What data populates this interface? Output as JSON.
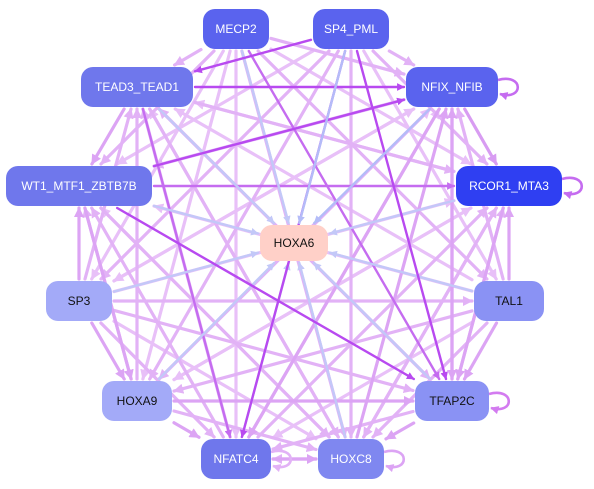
{
  "nodes": [
    {
      "id": "MECP2",
      "label": "MECP2",
      "color": "#5a63ee"
    },
    {
      "id": "SP4_PML",
      "label": "SP4_PML",
      "color": "#5a63ee"
    },
    {
      "id": "TEAD3_TEAD1",
      "label": "TEAD3_TEAD1",
      "color": "#6f77ec"
    },
    {
      "id": "NFIX_NFIB",
      "label": "NFIX_NFIB",
      "color": "#5a63ee"
    },
    {
      "id": "WT1_MTF1_ZBTB7B",
      "label": "WT1_MTF1_ZBTB7B",
      "color": "#6f77ec"
    },
    {
      "id": "RCOR1_MTA3",
      "label": "RCOR1_MTA3",
      "color": "#2f3ff2"
    },
    {
      "id": "HOXA6",
      "label": "HOXA6",
      "color": "#ffd0c8"
    },
    {
      "id": "SP3",
      "label": "SP3",
      "color": "#a3aaf8"
    },
    {
      "id": "TAL1",
      "label": "TAL1",
      "color": "#8a92f4"
    },
    {
      "id": "HOXA9",
      "label": "HOXA9",
      "color": "#a3aaf8"
    },
    {
      "id": "TFAP2C",
      "label": "TFAP2C",
      "color": "#8a92f4"
    },
    {
      "id": "NFATC4",
      "label": "NFATC4",
      "color": "#6f77ec"
    },
    {
      "id": "HOXC8",
      "label": "HOXC8",
      "color": "#7f87f0"
    }
  ],
  "edges": [
    {
      "from": "MECP2",
      "to": "HOXA6",
      "color": "#c3c8f8"
    },
    {
      "from": "SP4_PML",
      "to": "HOXA6",
      "color": "#b4bcf8"
    },
    {
      "from": "TEAD3_TEAD1",
      "to": "HOXA6",
      "color": "#c3c8f8"
    },
    {
      "from": "NFIX_NFIB",
      "to": "HOXA6",
      "color": "#b4bcf8"
    },
    {
      "from": "WT1_MTF1_ZBTB7B",
      "to": "HOXA6",
      "color": "#c3c8f8"
    },
    {
      "from": "RCOR1_MTA3",
      "to": "HOXA6",
      "color": "#c3c8f8"
    },
    {
      "from": "SP3",
      "to": "HOXA6",
      "color": "#c3c8f8"
    },
    {
      "from": "TAL1",
      "to": "HOXA6",
      "color": "#c3c8f8"
    },
    {
      "from": "HOXA9",
      "to": "HOXA6",
      "color": "#c3c8f8"
    },
    {
      "from": "TFAP2C",
      "to": "HOXA6",
      "color": "#c3c8f8"
    },
    {
      "from": "NFATC4",
      "to": "HOXA6",
      "color": "#c3c8f8"
    },
    {
      "from": "HOXC8",
      "to": "HOXA6",
      "color": "#c3c8f8"
    },
    {
      "from": "SP4_PML",
      "to": "TEAD3_TEAD1",
      "color": "#b84af0"
    },
    {
      "from": "TEAD3_TEAD1",
      "to": "NFIX_NFIB",
      "color": "#b84af0"
    },
    {
      "from": "WT1_MTF1_ZBTB7B",
      "to": "NFIX_NFIB",
      "color": "#b84af0"
    },
    {
      "from": "WT1_MTF1_ZBTB7B",
      "to": "RCOR1_MTA3",
      "color": "#c56cf0"
    },
    {
      "from": "SP4_PML",
      "to": "NFATC4",
      "color": "#b84af0"
    },
    {
      "from": "SP4_PML",
      "to": "TFAP2C",
      "color": "#b84af0"
    },
    {
      "from": "WT1_MTF1_ZBTB7B",
      "to": "TFAP2C",
      "color": "#b84af0"
    },
    {
      "from": "TEAD3_TEAD1",
      "to": "NFATC4",
      "color": "#c56cf0"
    },
    {
      "from": "MECP2",
      "to": "TFAP2C",
      "color": "#c56cf0"
    },
    {
      "from": "MECP2",
      "to": "TEAD3_TEAD1",
      "color": "#e2b2f6"
    },
    {
      "from": "MECP2",
      "to": "NFIX_NFIB",
      "color": "#e2b2f6"
    },
    {
      "from": "SP4_PML",
      "to": "NFIX_NFIB",
      "color": "#e2b2f6"
    },
    {
      "from": "MECP2",
      "to": "WT1_MTF1_ZBTB7B",
      "color": "#e2b2f6"
    },
    {
      "from": "SP4_PML",
      "to": "WT1_MTF1_ZBTB7B",
      "color": "#e8c0f8"
    },
    {
      "from": "MECP2",
      "to": "RCOR1_MTA3",
      "color": "#e8c0f8"
    },
    {
      "from": "SP4_PML",
      "to": "RCOR1_MTA3",
      "color": "#e2b2f6"
    },
    {
      "from": "TEAD3_TEAD1",
      "to": "WT1_MTF1_ZBTB7B",
      "color": "#dca4f4"
    },
    {
      "from": "TEAD3_TEAD1",
      "to": "RCOR1_MTA3",
      "color": "#e2b2f6"
    },
    {
      "from": "NFIX_NFIB",
      "to": "RCOR1_MTA3",
      "color": "#d89cf2"
    },
    {
      "from": "NFIX_NFIB",
      "to": "WT1_MTF1_ZBTB7B",
      "color": "#e2b2f6"
    },
    {
      "from": "RCOR1_MTA3",
      "to": "TEAD3_TEAD1",
      "color": "#e8c0f8"
    },
    {
      "from": "SP3",
      "to": "TEAD3_TEAD1",
      "color": "#e2b2f6"
    },
    {
      "from": "SP3",
      "to": "NFIX_NFIB",
      "color": "#e8c0f8"
    },
    {
      "from": "SP3",
      "to": "WT1_MTF1_ZBTB7B",
      "color": "#dca4f4"
    },
    {
      "from": "SP3",
      "to": "RCOR1_MTA3",
      "color": "#e8c0f8"
    },
    {
      "from": "SP3",
      "to": "TAL1",
      "color": "#e2b2f6"
    },
    {
      "from": "SP3",
      "to": "HOXA9",
      "color": "#dca4f4"
    },
    {
      "from": "SP3",
      "to": "TFAP2C",
      "color": "#e2b2f6"
    },
    {
      "from": "SP3",
      "to": "NFATC4",
      "color": "#e2b2f6"
    },
    {
      "from": "SP3",
      "to": "HOXC8",
      "color": "#e8c0f8"
    },
    {
      "from": "TAL1",
      "to": "TEAD3_TEAD1",
      "color": "#e8c0f8"
    },
    {
      "from": "TAL1",
      "to": "NFIX_NFIB",
      "color": "#e2b2f6"
    },
    {
      "from": "TAL1",
      "to": "WT1_MTF1_ZBTB7B",
      "color": "#e8c0f8"
    },
    {
      "from": "TAL1",
      "to": "RCOR1_MTA3",
      "color": "#dca4f4"
    },
    {
      "from": "TAL1",
      "to": "HOXA9",
      "color": "#e2b2f6"
    },
    {
      "from": "TAL1",
      "to": "TFAP2C",
      "color": "#dca4f4"
    },
    {
      "from": "TAL1",
      "to": "NFATC4",
      "color": "#e8c0f8"
    },
    {
      "from": "TAL1",
      "to": "HOXC8",
      "color": "#e2b2f6"
    },
    {
      "from": "HOXA9",
      "to": "TEAD3_TEAD1",
      "color": "#e2b2f6"
    },
    {
      "from": "HOXA9",
      "to": "NFIX_NFIB",
      "color": "#e8c0f8"
    },
    {
      "from": "HOXA9",
      "to": "WT1_MTF1_ZBTB7B",
      "color": "#e2b2f6"
    },
    {
      "from": "HOXA9",
      "to": "RCOR1_MTA3",
      "color": "#e8c0f8"
    },
    {
      "from": "HOXA9",
      "to": "TFAP2C",
      "color": "#dca4f4"
    },
    {
      "from": "HOXA9",
      "to": "NFATC4",
      "color": "#dca4f4"
    },
    {
      "from": "HOXA9",
      "to": "HOXC8",
      "color": "#e2b2f6"
    },
    {
      "from": "TFAP2C",
      "to": "TEAD3_TEAD1",
      "color": "#e2b2f6"
    },
    {
      "from": "TFAP2C",
      "to": "NFIX_NFIB",
      "color": "#dca4f4"
    },
    {
      "from": "TFAP2C",
      "to": "RCOR1_MTA3",
      "color": "#e2b2f6"
    },
    {
      "from": "TFAP2C",
      "to": "HOXC8",
      "color": "#dca4f4"
    },
    {
      "from": "TFAP2C",
      "to": "NFATC4",
      "color": "#e2b2f6"
    },
    {
      "from": "NFATC4",
      "to": "TEAD3_TEAD1",
      "color": "#e2b2f6"
    },
    {
      "from": "NFATC4",
      "to": "NFIX_NFIB",
      "color": "#e8c0f8"
    },
    {
      "from": "NFATC4",
      "to": "WT1_MTF1_ZBTB7B",
      "color": "#e2b2f6"
    },
    {
      "from": "NFATC4",
      "to": "RCOR1_MTA3",
      "color": "#e2b2f6"
    },
    {
      "from": "NFATC4",
      "to": "HOXC8",
      "color": "#dca4f4"
    },
    {
      "from": "HOXC8",
      "to": "TEAD3_TEAD1",
      "color": "#e8c0f8"
    },
    {
      "from": "HOXC8",
      "to": "NFIX_NFIB",
      "color": "#dca4f4"
    },
    {
      "from": "HOXC8",
      "to": "WT1_MTF1_ZBTB7B",
      "color": "#e8c0f8"
    },
    {
      "from": "HOXC8",
      "to": "RCOR1_MTA3",
      "color": "#e2b2f6"
    },
    {
      "from": "HOXC8",
      "to": "NFATC4",
      "color": "#e2b2f6"
    },
    {
      "from": "MECP2",
      "to": "NFATC4",
      "color": "#e8c0f8"
    },
    {
      "from": "MECP2",
      "to": "HOXC8",
      "color": "#e2b2f6"
    },
    {
      "from": "MECP2",
      "to": "SP3",
      "color": "#e8c0f8"
    },
    {
      "from": "MECP2",
      "to": "TAL1",
      "color": "#e2b2f6"
    },
    {
      "from": "MECP2",
      "to": "HOXA9",
      "color": "#e8c0f8"
    },
    {
      "from": "SP4_PML",
      "to": "HOXC8",
      "color": "#e2b2f6"
    },
    {
      "from": "SP4_PML",
      "to": "SP3",
      "color": "#e2b2f6"
    },
    {
      "from": "SP4_PML",
      "to": "TAL1",
      "color": "#e8c0f8"
    },
    {
      "from": "SP4_PML",
      "to": "HOXA9",
      "color": "#e2b2f6"
    },
    {
      "from": "NFIX_NFIB",
      "to": "HOXA9",
      "color": "#e2b2f6"
    },
    {
      "from": "NFIX_NFIB",
      "to": "NFATC4",
      "color": "#dca4f4"
    },
    {
      "from": "NFIX_NFIB",
      "to": "TFAP2C",
      "color": "#dca4f4"
    },
    {
      "from": "NFIX_NFIB",
      "to": "SP3",
      "color": "#e8c0f8"
    },
    {
      "from": "RCOR1_MTA3",
      "to": "HOXA9",
      "color": "#e8c0f8"
    },
    {
      "from": "RCOR1_MTA3",
      "to": "TFAP2C",
      "color": "#dca4f4"
    },
    {
      "from": "RCOR1_MTA3",
      "to": "HOXC8",
      "color": "#e2b2f6"
    },
    {
      "from": "TEAD3_TEAD1",
      "to": "HOXC8",
      "color": "#e2b2f6"
    },
    {
      "from": "TEAD3_TEAD1",
      "to": "TFAP2C",
      "color": "#e2b2f6"
    },
    {
      "from": "WT1_MTF1_ZBTB7B",
      "to": "HOXA9",
      "color": "#dca4f4"
    },
    {
      "from": "WT1_MTF1_ZBTB7B",
      "to": "HOXC8",
      "color": "#e2b2f6"
    }
  ],
  "self_loops": [
    {
      "node": "NFIX_NFIB",
      "color": "#c56cf0"
    },
    {
      "node": "RCOR1_MTA3",
      "color": "#c56cf0"
    },
    {
      "node": "TFAP2C",
      "color": "#d37bf0"
    },
    {
      "node": "HOXC8",
      "color": "#dca4f4"
    },
    {
      "node": "NFATC4",
      "color": "#e2b2f6"
    }
  ]
}
